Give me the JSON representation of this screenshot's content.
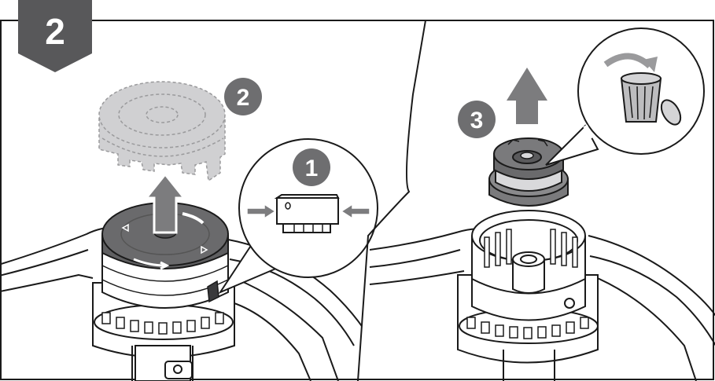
{
  "step": {
    "number": "2"
  },
  "callouts": [
    {
      "id": "1",
      "label": "1"
    },
    {
      "id": "2",
      "label": "2"
    },
    {
      "id": "3",
      "label": "3"
    }
  ],
  "colors": {
    "badge": "#58585a",
    "callout": "#6e6e70",
    "arrow": "#7c7c7e",
    "part_dark": "#6a6a6c",
    "part_light": "#d0d0d2",
    "outline": "#1a1a1a"
  },
  "icons": [
    "step-badge",
    "cap-removed-ghost",
    "spool-cap",
    "release-tab-detail",
    "squeeze-arrows",
    "lift-arrow",
    "spool",
    "spool-housing",
    "trash-bin-icon"
  ]
}
